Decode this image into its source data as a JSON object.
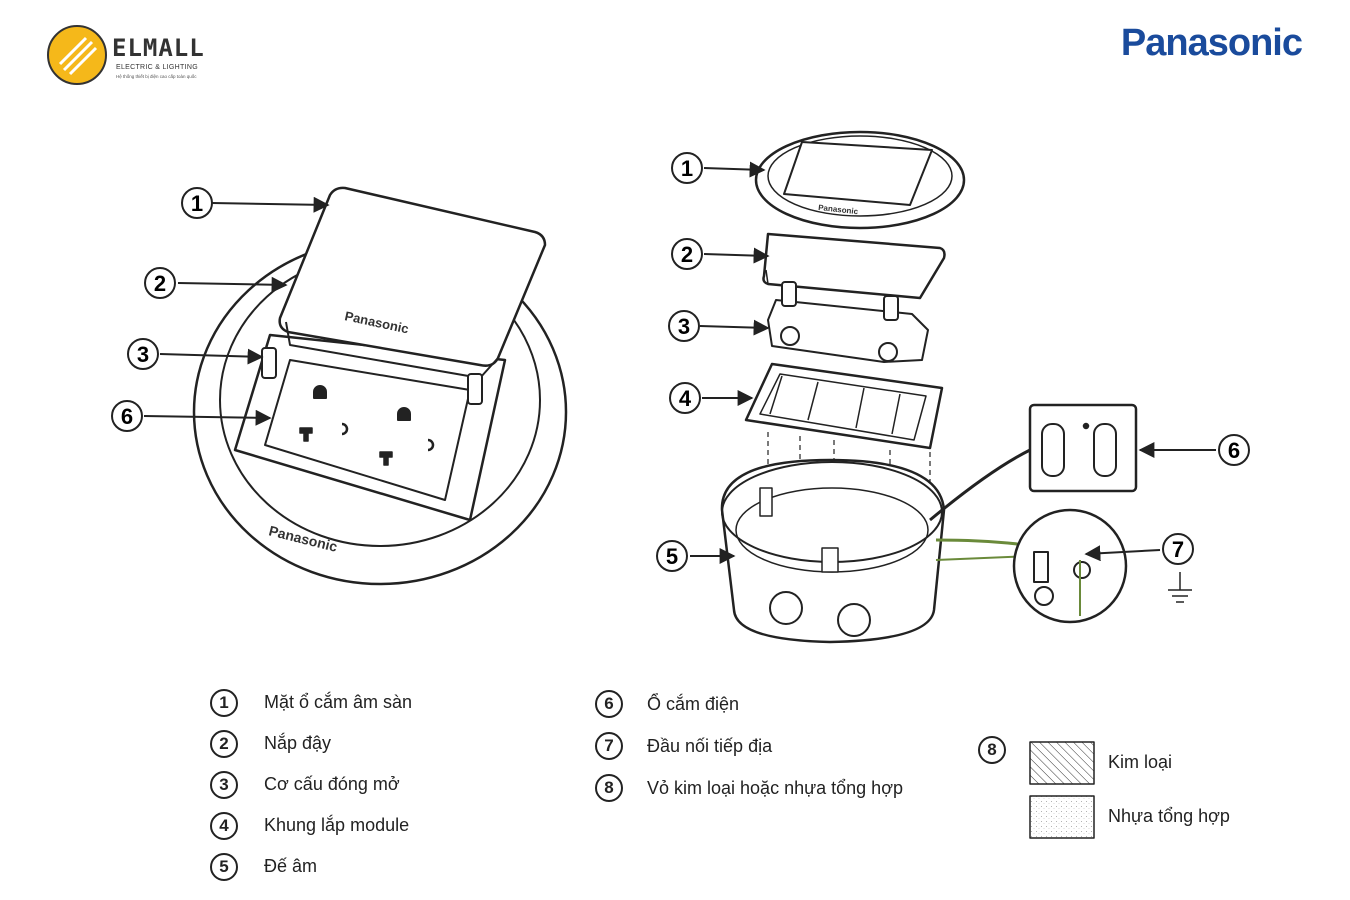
{
  "brand": {
    "elmall_name": "ELMALL",
    "elmall_subtitle": "ELECTRIC & LIGHTING",
    "elmall_tagline": "Hệ thống thiết bị điện cao cấp toàn quốc",
    "panasonic_logo": "Panasonic",
    "colors": {
      "panasonic": "#1a4b9c",
      "elmall_icon": "#f5b81a"
    }
  },
  "left_view": {
    "callouts": [
      "1",
      "2",
      "3",
      "6"
    ],
    "cover_mark": "Panasonic",
    "ring_mark": "Panasonic"
  },
  "right_view": {
    "callouts": [
      "1",
      "2",
      "3",
      "4",
      "5",
      "6",
      "7"
    ],
    "plate_mark": "Panasonic"
  },
  "legend": {
    "col1": [
      {
        "num": "1",
        "text": "Mặt ổ cắm âm sàn"
      },
      {
        "num": "2",
        "text": "Nắp đậy"
      },
      {
        "num": "3",
        "text": "Cơ cấu đóng mở"
      },
      {
        "num": "4",
        "text": "Khung lắp module"
      },
      {
        "num": "5",
        "text": "Đế âm"
      }
    ],
    "col2": [
      {
        "num": "6",
        "text": "Ổ cắm điện"
      },
      {
        "num": "7",
        "text": "Đầu nối tiếp địa"
      },
      {
        "num": "8",
        "text": "Vỏ kim loại hoặc nhựa tổng hợp"
      }
    ]
  },
  "material_legend": {
    "num": "8",
    "metal": "Kim loại",
    "plastic": "Nhựa tổng hợp"
  }
}
